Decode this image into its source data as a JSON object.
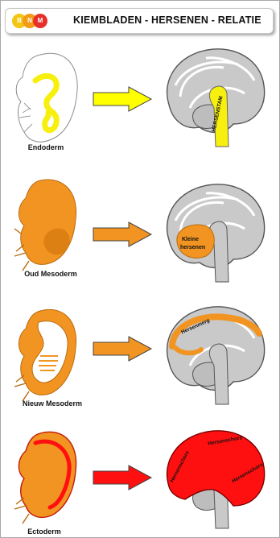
{
  "header": {
    "title": "KIEMBLADEN - HERSENEN - RELATIE",
    "logo_letters": [
      "B",
      "N",
      "M"
    ],
    "logo_colors": [
      "#f3c514",
      "#f49b15",
      "#e8302b"
    ]
  },
  "colors": {
    "endoderm": "#f7ef0e",
    "oud_mesoderm": "#f29422",
    "nieuw_mesoderm": "#f29422",
    "ectoderm": "#ff1010",
    "arrow_endoderm": "#ffff00",
    "arrow_oud": "#f29422",
    "arrow_nieuw": "#f29422",
    "arrow_ectoderm": "#ff1010",
    "brain_gray": "#c9c9c9"
  },
  "rows": [
    {
      "label": "Endoderm",
      "brain_labels": [
        "HERSENSTAM"
      ]
    },
    {
      "label": "Oud Mesoderm",
      "brain_labels": [
        "Kleine",
        "hersenen"
      ]
    },
    {
      "label": "Nieuw Mesoderm",
      "brain_labels": [
        "Hersenmerg"
      ]
    },
    {
      "label": "Ectoderm",
      "brain_labels": [
        "Hersenschors",
        "Hersenschors",
        "Hersenschors"
      ]
    }
  ]
}
